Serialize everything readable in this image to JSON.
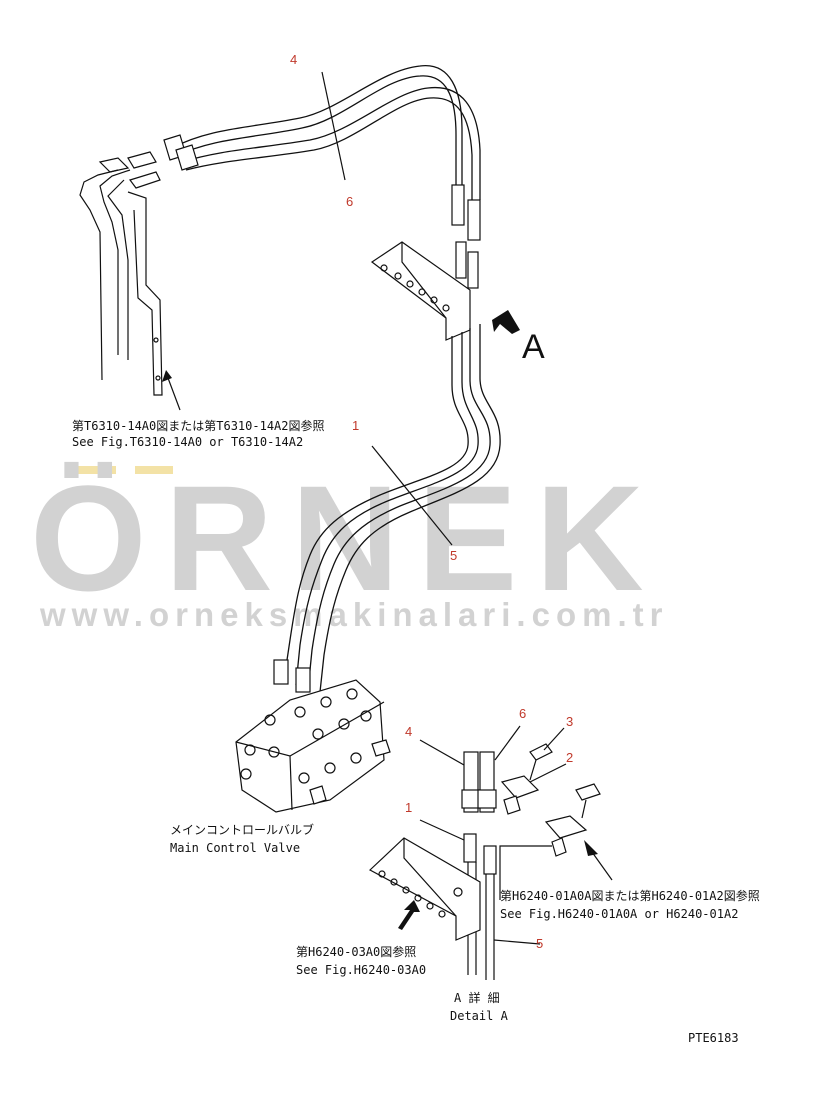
{
  "callouts": {
    "top_4": "4",
    "top_6": "6",
    "mid_1": "1",
    "mid_5": "5",
    "det_6": "6",
    "det_3": "3",
    "det_2": "2",
    "det_4": "4",
    "det_1": "1",
    "det_5": "5",
    "view_arrow": "A"
  },
  "notes": {
    "ref_t6310_jp": "第T6310-14A0図または第T6310-14A2図参照",
    "ref_t6310_en": "See Fig.T6310-14A0 or T6310-14A2",
    "valve_jp": "メインコントロールバルブ",
    "valve_en": "Main Control Valve",
    "ref_h6240_01_jp": "第H6240-01A0A図または第H6240-01A2図参照",
    "ref_h6240_01_en": "See Fig.H6240-01A0A or H6240-01A2",
    "ref_h6240_03_jp": "第H6240-03A0図参照",
    "ref_h6240_03_en": "See Fig.H6240-03A0",
    "detail_jp": "A 詳 細",
    "detail_en": "Detail A",
    "drawing_code": "PTE6183"
  },
  "watermark": {
    "brand": "ÖRNEK",
    "url": "www.orneksmakinalari.com.tr",
    "umlaut_color": "#f3e2a6",
    "text_color": "#d2d2d2"
  },
  "colors": {
    "line": "#111111",
    "callout": "#c0392b"
  }
}
